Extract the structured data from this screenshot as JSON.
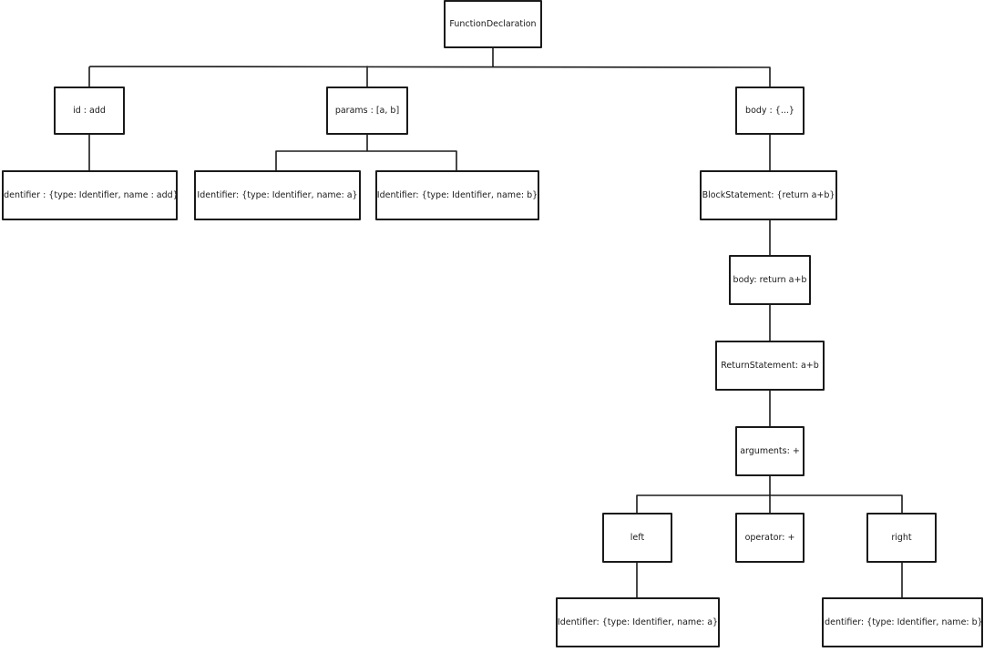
{
  "nodes": {
    "root": "FunctionDeclaration",
    "id": "id : add",
    "params": "params :  [a, b]",
    "body": "body : {...}",
    "identifier_add": "Identifier : {type: Identifier, name : add}",
    "identifier_a": "Identifier:  {type: Identifier, name: a}",
    "identifier_b": "Identifier:  {type: Identifier, name: b}",
    "block_statement": "BlockStatement: {return a+b}",
    "body_return": "body: return a+b",
    "return_statement": "ReturnStatement: a+b",
    "arguments": "arguments: +",
    "left": "left",
    "operator": "operator: +",
    "right": "right",
    "left_identifier": "Identifier:  {type: Identifier, name: a}",
    "right_identifier": "Identifier: {type: Identifier, name: b}"
  },
  "edges": [
    [
      "root",
      "id"
    ],
    [
      "root",
      "params"
    ],
    [
      "root",
      "body"
    ],
    [
      "id",
      "identifier_add"
    ],
    [
      "params",
      "identifier_a"
    ],
    [
      "params",
      "identifier_b"
    ],
    [
      "body",
      "block_statement"
    ],
    [
      "block_statement",
      "body_return"
    ],
    [
      "body_return",
      "return_statement"
    ],
    [
      "return_statement",
      "arguments"
    ],
    [
      "arguments",
      "left"
    ],
    [
      "arguments",
      "operator"
    ],
    [
      "arguments",
      "right"
    ],
    [
      "left",
      "left_identifier"
    ],
    [
      "right",
      "right_identifier"
    ]
  ],
  "colors": {
    "stroke": "#1a1a1a",
    "background": "#ffffff"
  }
}
